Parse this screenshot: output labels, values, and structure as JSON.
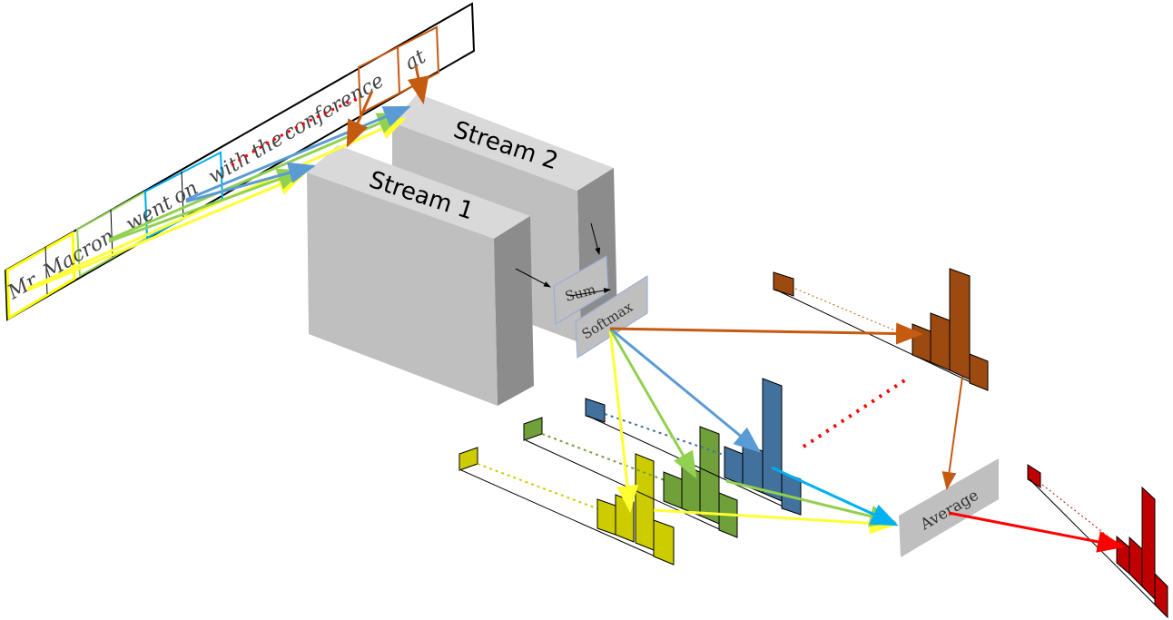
{
  "strip": {
    "words": [
      "Mr.",
      "Macron",
      "went",
      "on",
      "with",
      "the",
      "conference",
      "at"
    ]
  },
  "streams": {
    "stream1_label": "Stream 1",
    "stream2_label": "Stream 2"
  },
  "ops": {
    "sum_label": "Sum",
    "softmax_label": "Softmax",
    "average_label": "Average"
  },
  "colors": {
    "yellow_series": "#cccc00",
    "green_series": "#70a03a",
    "blue_series": "#41719c",
    "brown_series": "#9c4a10",
    "red_series": "#c00000",
    "arrow_yellow": "#ffff33",
    "arrow_green": "#92d050",
    "arrow_blue": "#5b9bd5",
    "arrow_cyan": "#00b0f0",
    "arrow_brown": "#c55a11",
    "arrow_red": "#ff0000",
    "stream_face": "#bfbfbf",
    "stream_side": "#8c8c8c",
    "stream_top": "#d9d9d9"
  }
}
